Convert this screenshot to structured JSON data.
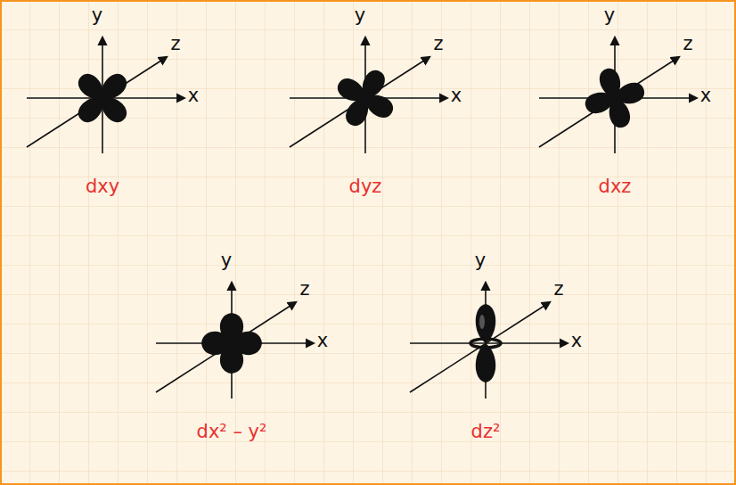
{
  "diagram": {
    "labels": [
      "y",
      "z",
      "x",
      "dxy",
      "y",
      "z",
      "x",
      "dyz",
      "y",
      "z",
      "x",
      "dxz",
      "y",
      "z",
      "x",
      "dx² – y²",
      "y",
      "z",
      "x",
      "dz²"
    ]
  }
}
